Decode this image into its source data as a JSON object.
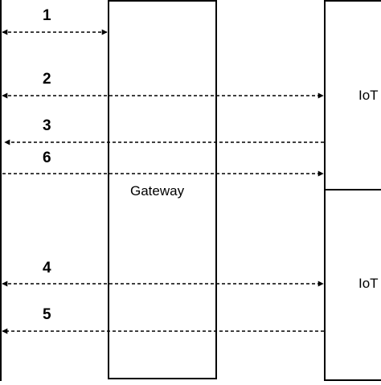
{
  "nodes": {
    "gateway": {
      "label": "Gateway"
    },
    "iot_top": {
      "label": "IoT"
    },
    "iot_bottom": {
      "label": "IoT"
    }
  },
  "arrows": [
    {
      "label": "1",
      "direction": "both",
      "from": "left-edge",
      "to": "gateway"
    },
    {
      "label": "2",
      "direction": "both",
      "from": "left-edge",
      "to": "iot_top"
    },
    {
      "label": "3",
      "direction": "left",
      "from": "iot_top",
      "to": "left-edge"
    },
    {
      "label": "6",
      "direction": "right",
      "from": "left-edge",
      "to": "iot_top"
    },
    {
      "label": "4",
      "direction": "both",
      "from": "left-edge",
      "to": "iot_bottom"
    },
    {
      "label": "5",
      "direction": "left",
      "from": "iot_bottom",
      "to": "left-edge"
    }
  ],
  "style": {
    "stroke": "#000000",
    "fill": "#ffffff"
  }
}
